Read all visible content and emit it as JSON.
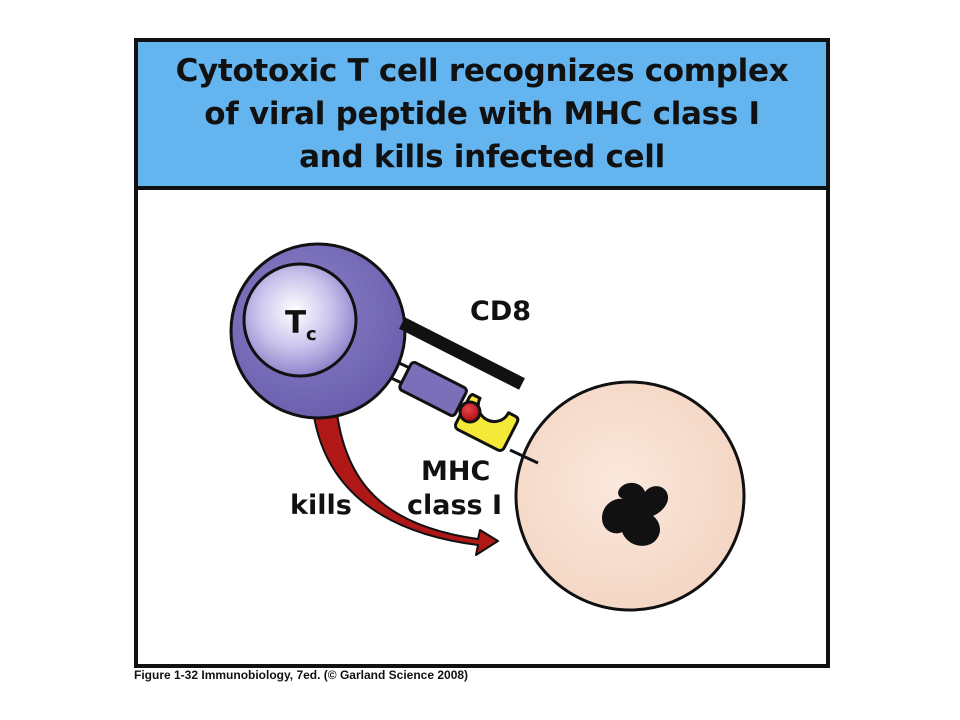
{
  "title": {
    "lines": [
      "Cytotoxic T cell recognizes complex",
      "of viral peptide with MHC class I",
      "and kills infected cell"
    ]
  },
  "labels": {
    "tc_main": "T",
    "tc_sub": "c",
    "cd8": "CD8",
    "mhc_line1": "MHC",
    "mhc_line2": "class I",
    "kills": "kills"
  },
  "caption": "Figure 1-32  Immunobiology, 7ed. (© Garland Science 2008)",
  "colors": {
    "title_band": "#64b4ef",
    "t_cell": "#7a6fb8",
    "t_cell_nucleus": "#8f86cc",
    "infected_cell": "#f6dccd",
    "mhc": "#f4e838",
    "peptide": "#c1161c",
    "arrow": "#b01818",
    "cd8": "#111111"
  }
}
